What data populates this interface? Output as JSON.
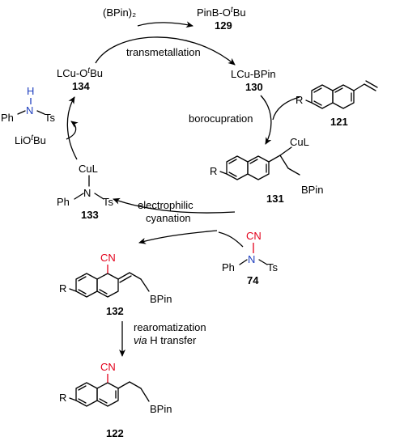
{
  "cycle": {
    "top_left_reagent": "(BPin)₂",
    "top_right_product_main": "PinB-O",
    "top_right_product_t": "t",
    "top_right_product_bu": "Bu",
    "top_right_number": "129",
    "step_transmetallation": "transmetallation",
    "step_borocupration": "borocupration",
    "step_electrophilic": "electrophilic",
    "step_cyanation": "cyanation",
    "cu_otbu_label_main": "LCu-O",
    "cu_otbu_label_t": "t",
    "cu_otbu_label_bu": "Bu",
    "cu_otbu_number": "134",
    "cu_bpin_label": "LCu-BPin",
    "cu_bpin_number": "130",
    "vinylnaphthalene_r": "R",
    "vinylnaphthalene_number": "121",
    "alkylcopper_r": "R",
    "alkylcopper_cul": "CuL",
    "alkylcopper_bpin": "BPin",
    "alkylcopper_number": "131",
    "amide_cul": "CuL",
    "amide_ph": "Ph",
    "amide_n": "N",
    "amide_ts": "Ts",
    "amide_number": "133",
    "lio_main": "LiO",
    "lio_t": "t",
    "lio_bu": "Bu",
    "sulfonamide_h": "H",
    "sulfonamide_ph": "Ph",
    "sulfonamide_n": "N",
    "sulfonamide_ts": "Ts",
    "ncts_cn": "CN",
    "ncts_ph": "Ph",
    "ncts_n": "N",
    "ncts_ts": "Ts",
    "ncts_number": "74",
    "dearom_cn": "CN",
    "dearom_r": "R",
    "dearom_bpin": "BPin",
    "dearom_number": "132"
  },
  "final": {
    "step_rearomatization": "rearomatization",
    "step_via": "via",
    "step_htransfer": " H transfer",
    "product_cn": "CN",
    "product_r": "R",
    "product_bpin": "BPin",
    "product_number": "122"
  }
}
